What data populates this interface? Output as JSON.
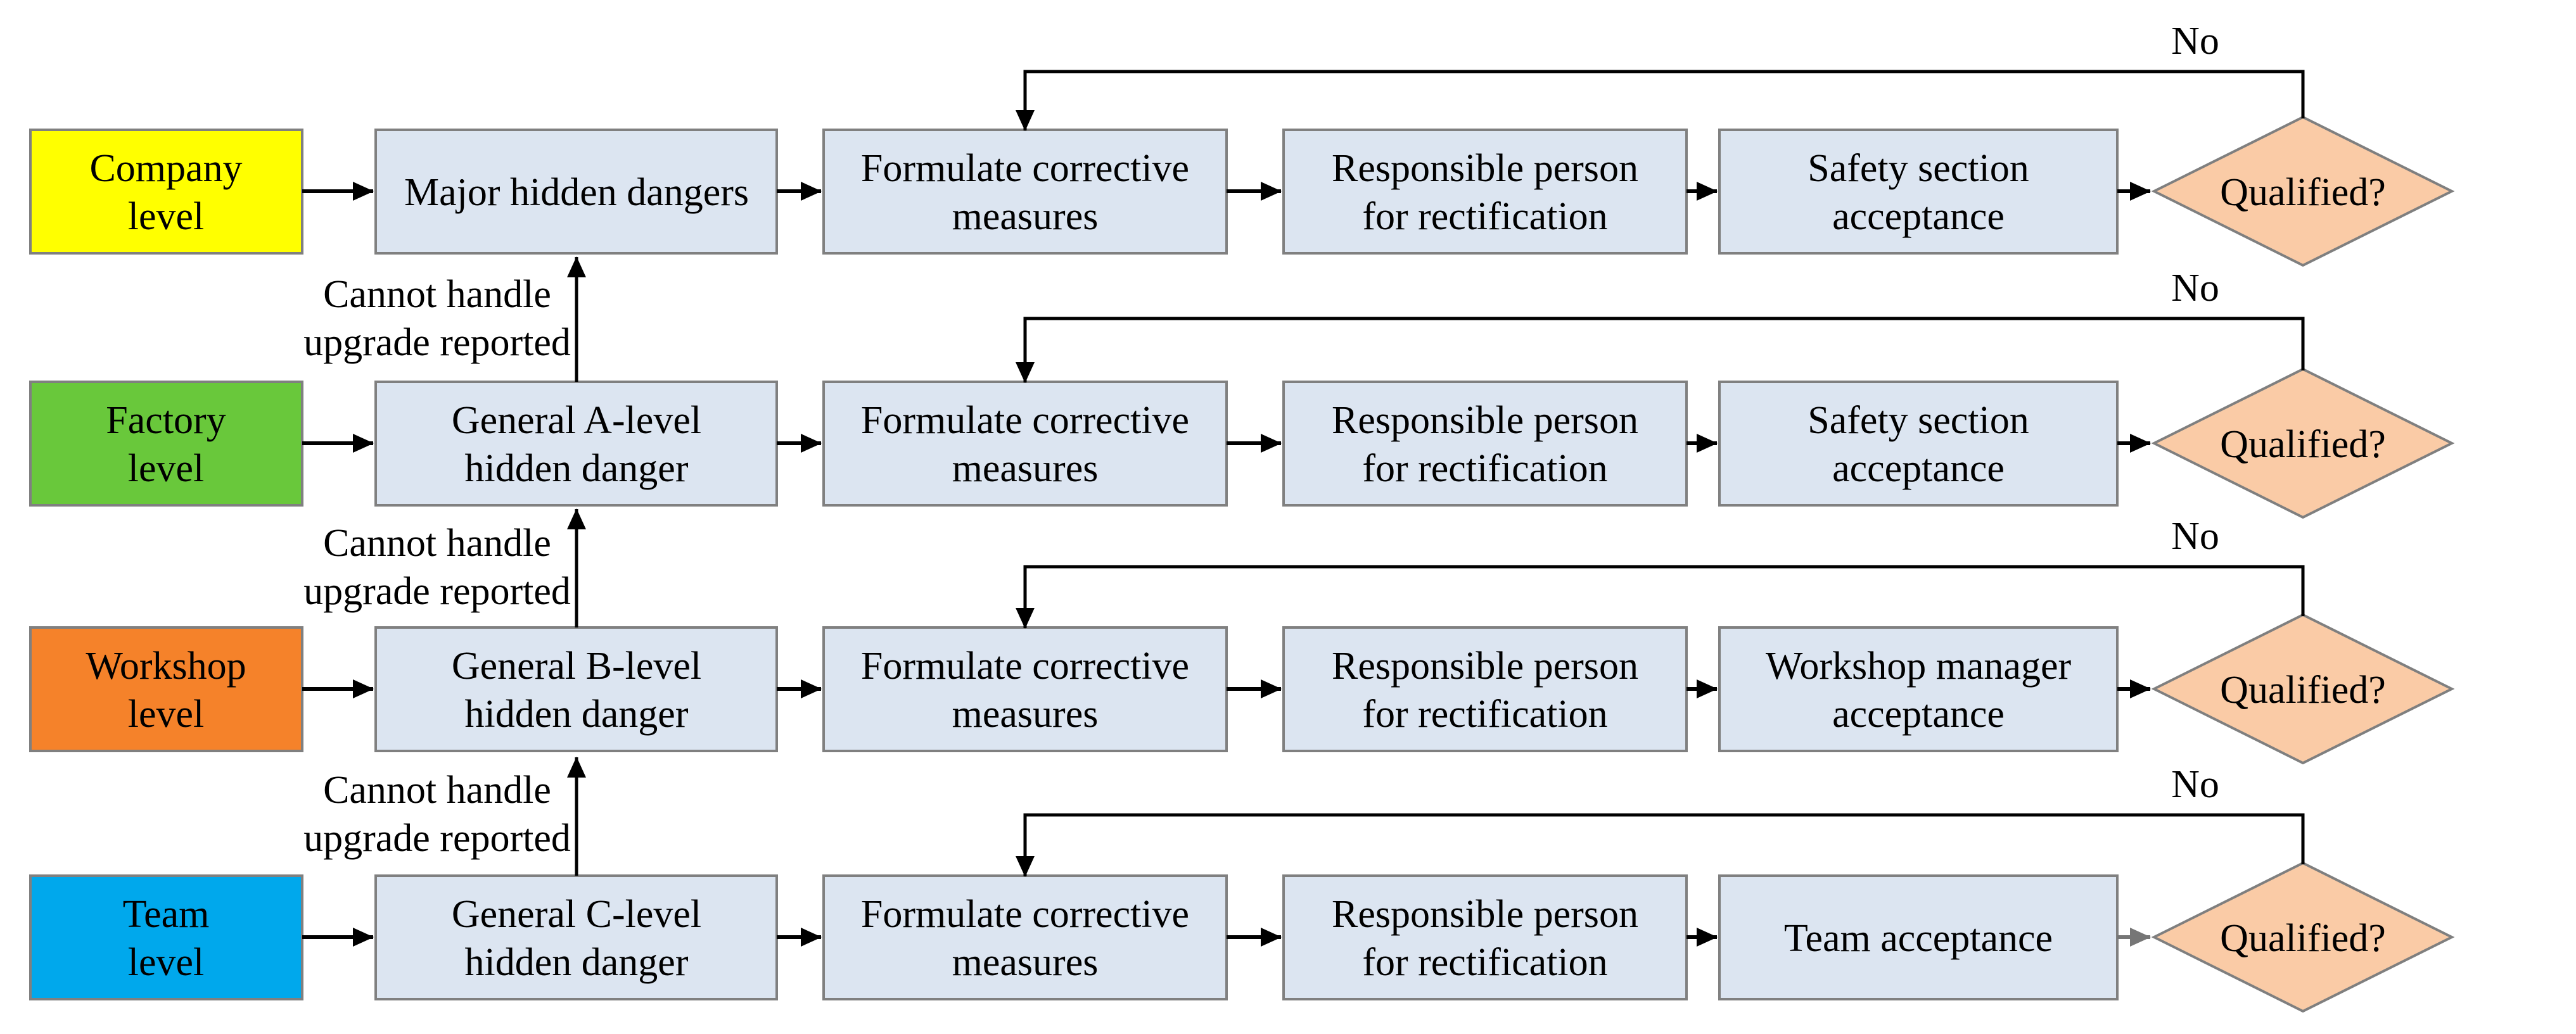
{
  "colors": {
    "company": "#FFFF00",
    "factory": "#69C83B",
    "workshop": "#F5822A",
    "team": "#00A8EC",
    "process_box": "#DCE5F1",
    "diamond": "#FACBA6",
    "border_gray": "#808080",
    "line_black": "#000000",
    "line_gray": "#767676"
  },
  "upgrade_labels": [
    {
      "line1": "Cannot handle",
      "line2": "upgrade reported"
    },
    {
      "line1": "Cannot handle",
      "line2": "upgrade reported"
    },
    {
      "line1": "Cannot handle",
      "line2": "upgrade reported"
    }
  ],
  "rows": [
    {
      "level": {
        "line1": "Company",
        "line2": "level",
        "color": "#FFFF00"
      },
      "danger": {
        "line1": "Major hidden dangers",
        "line2": ""
      },
      "formulate": {
        "line1": "Formulate corrective",
        "line2": "measures"
      },
      "responsible": {
        "line1": "Responsible person",
        "line2": "for rectification"
      },
      "acceptance": {
        "line1": "Safety section",
        "line2": "acceptance"
      },
      "decision": "Qualified?",
      "no": "No"
    },
    {
      "level": {
        "line1": "Factory",
        "line2": "level",
        "color": "#69C83B"
      },
      "danger": {
        "line1": "General A-level",
        "line2": "hidden danger"
      },
      "formulate": {
        "line1": "Formulate corrective",
        "line2": "measures"
      },
      "responsible": {
        "line1": "Responsible person",
        "line2": "for rectification"
      },
      "acceptance": {
        "line1": "Safety section",
        "line2": "acceptance"
      },
      "decision": "Qualified?",
      "no": "No"
    },
    {
      "level": {
        "line1": "Workshop",
        "line2": "level",
        "color": "#F5822A"
      },
      "danger": {
        "line1": "General B-level",
        "line2": "hidden danger"
      },
      "formulate": {
        "line1": "Formulate corrective",
        "line2": "measures"
      },
      "responsible": {
        "line1": "Responsible person",
        "line2": "for rectification"
      },
      "acceptance": {
        "line1": "Workshop manager",
        "line2": "acceptance"
      },
      "decision": "Qualified?",
      "no": "No"
    },
    {
      "level": {
        "line1": "Team",
        "line2": "level",
        "color": "#00A8EC"
      },
      "danger": {
        "line1": "General C-level",
        "line2": "hidden danger"
      },
      "formulate": {
        "line1": "Formulate corrective",
        "line2": "measures"
      },
      "responsible": {
        "line1": "Responsible person",
        "line2": "for rectification"
      },
      "acceptance": {
        "line1": "Team acceptance",
        "line2": ""
      },
      "decision": "Qualified?",
      "no": "No"
    }
  ]
}
